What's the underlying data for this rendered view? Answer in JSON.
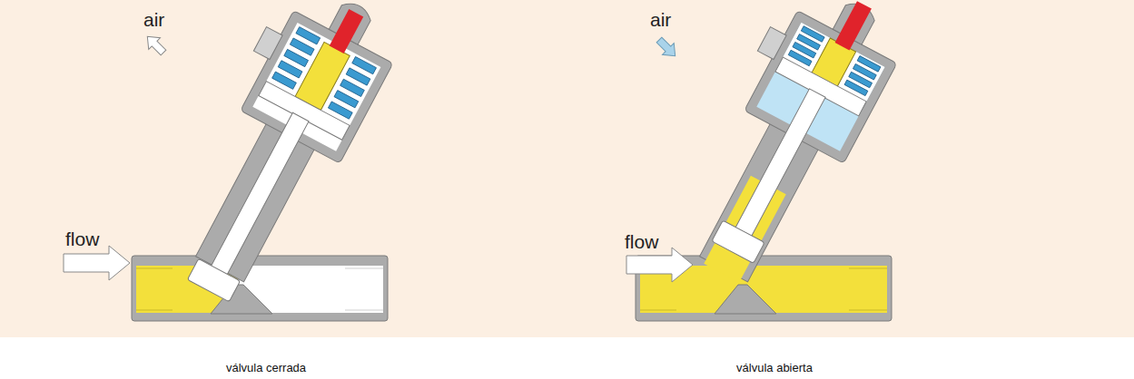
{
  "diagram": {
    "labels": [
      "air",
      "flow",
      "válvula cerrada",
      "air",
      "flow",
      "válvula abierta"
    ]
  }
}
